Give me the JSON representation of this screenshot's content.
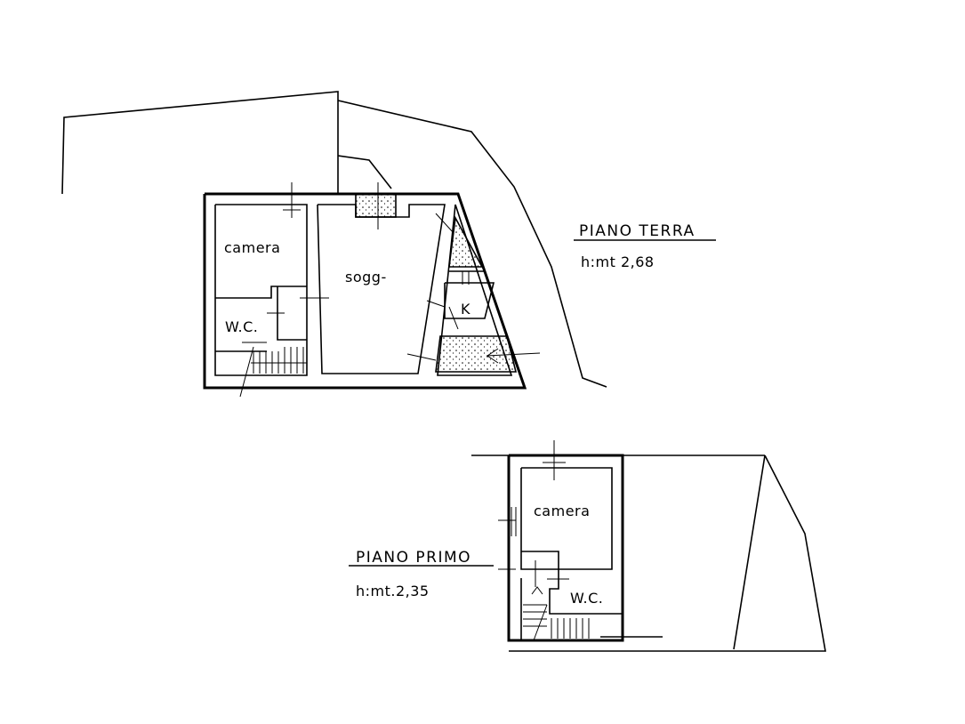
{
  "ground_floor": {
    "title": "PIANO TERRA",
    "height": "h:mt  2,68",
    "rooms": {
      "camera": "camera",
      "soggiorno": "sogg-",
      "wc": "W.C.",
      "kitchen": "K"
    }
  },
  "first_floor": {
    "title": "PIANO PRIMO",
    "height": "h:mt.2,35",
    "rooms": {
      "camera": "camera",
      "wc": "W.C."
    }
  }
}
